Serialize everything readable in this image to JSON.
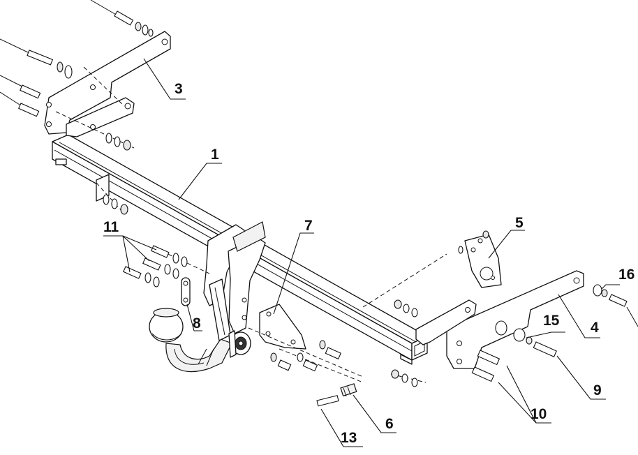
{
  "diagram": {
    "callouts": [
      {
        "id": "c1",
        "label": "1"
      },
      {
        "id": "c3",
        "label": "3"
      },
      {
        "id": "c4",
        "label": "4"
      },
      {
        "id": "c5",
        "label": "5"
      },
      {
        "id": "c6",
        "label": "6"
      },
      {
        "id": "c7",
        "label": "7"
      },
      {
        "id": "c8",
        "label": "8"
      },
      {
        "id": "c9",
        "label": "9"
      },
      {
        "id": "c10",
        "label": "10"
      },
      {
        "id": "c11",
        "label": "11"
      },
      {
        "id": "c13",
        "label": "13"
      },
      {
        "id": "c15",
        "label": "15"
      },
      {
        "id": "c16",
        "label": "16"
      }
    ]
  }
}
